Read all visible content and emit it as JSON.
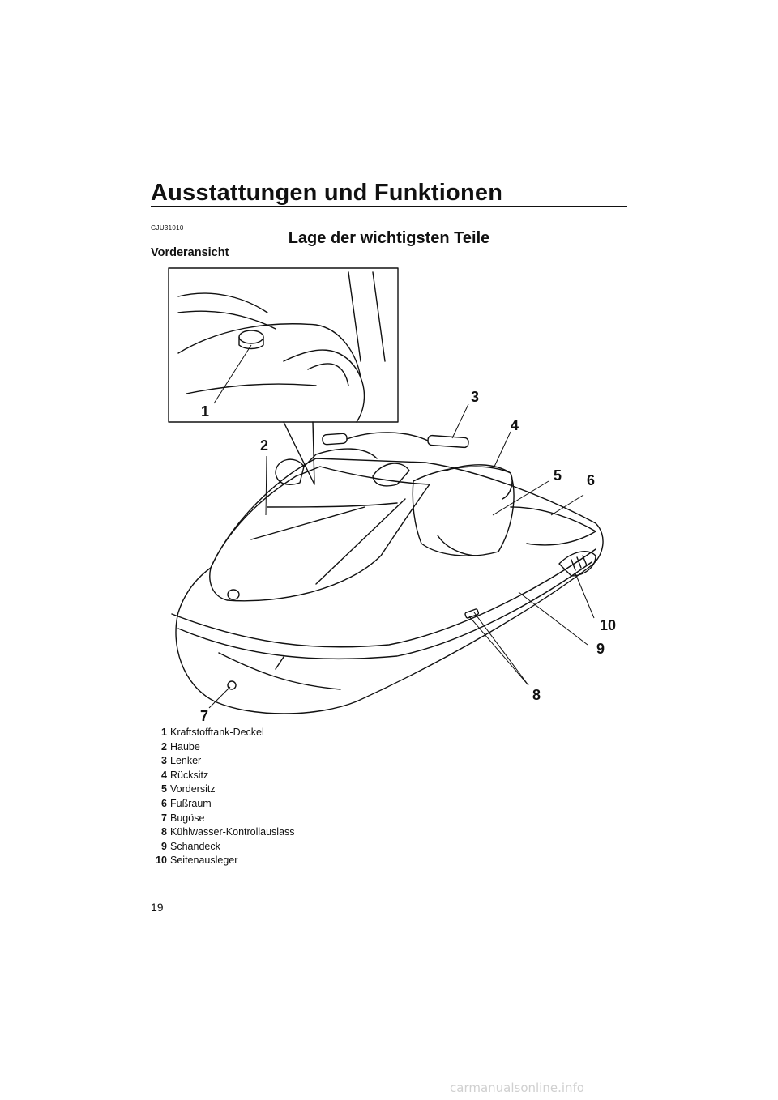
{
  "header": {
    "chapter_title": "Ausstattungen und Funktionen",
    "section_code": "GJU31010",
    "section_title": "Lage der wichtigsten Teile",
    "subtitle": "Vorderansicht"
  },
  "figure": {
    "callouts": [
      "1",
      "2",
      "3",
      "4",
      "5",
      "6",
      "7",
      "8",
      "9",
      "10"
    ]
  },
  "legend": [
    {
      "num": "1",
      "label": "Kraftstofftank-Deckel"
    },
    {
      "num": "2",
      "label": "Haube"
    },
    {
      "num": "3",
      "label": "Lenker"
    },
    {
      "num": "4",
      "label": "Rücksitz"
    },
    {
      "num": "5",
      "label": "Vordersitz"
    },
    {
      "num": "6",
      "label": "Fußraum"
    },
    {
      "num": "7",
      "label": "Bugöse"
    },
    {
      "num": "8",
      "label": "Kühlwasser-Kontrollauslass"
    },
    {
      "num": "9",
      "label": "Schandeck"
    },
    {
      "num": "10",
      "label": "Seitenausleger"
    }
  ],
  "footer": {
    "page_number": "19",
    "watermark": "carmanualsonline.info"
  }
}
